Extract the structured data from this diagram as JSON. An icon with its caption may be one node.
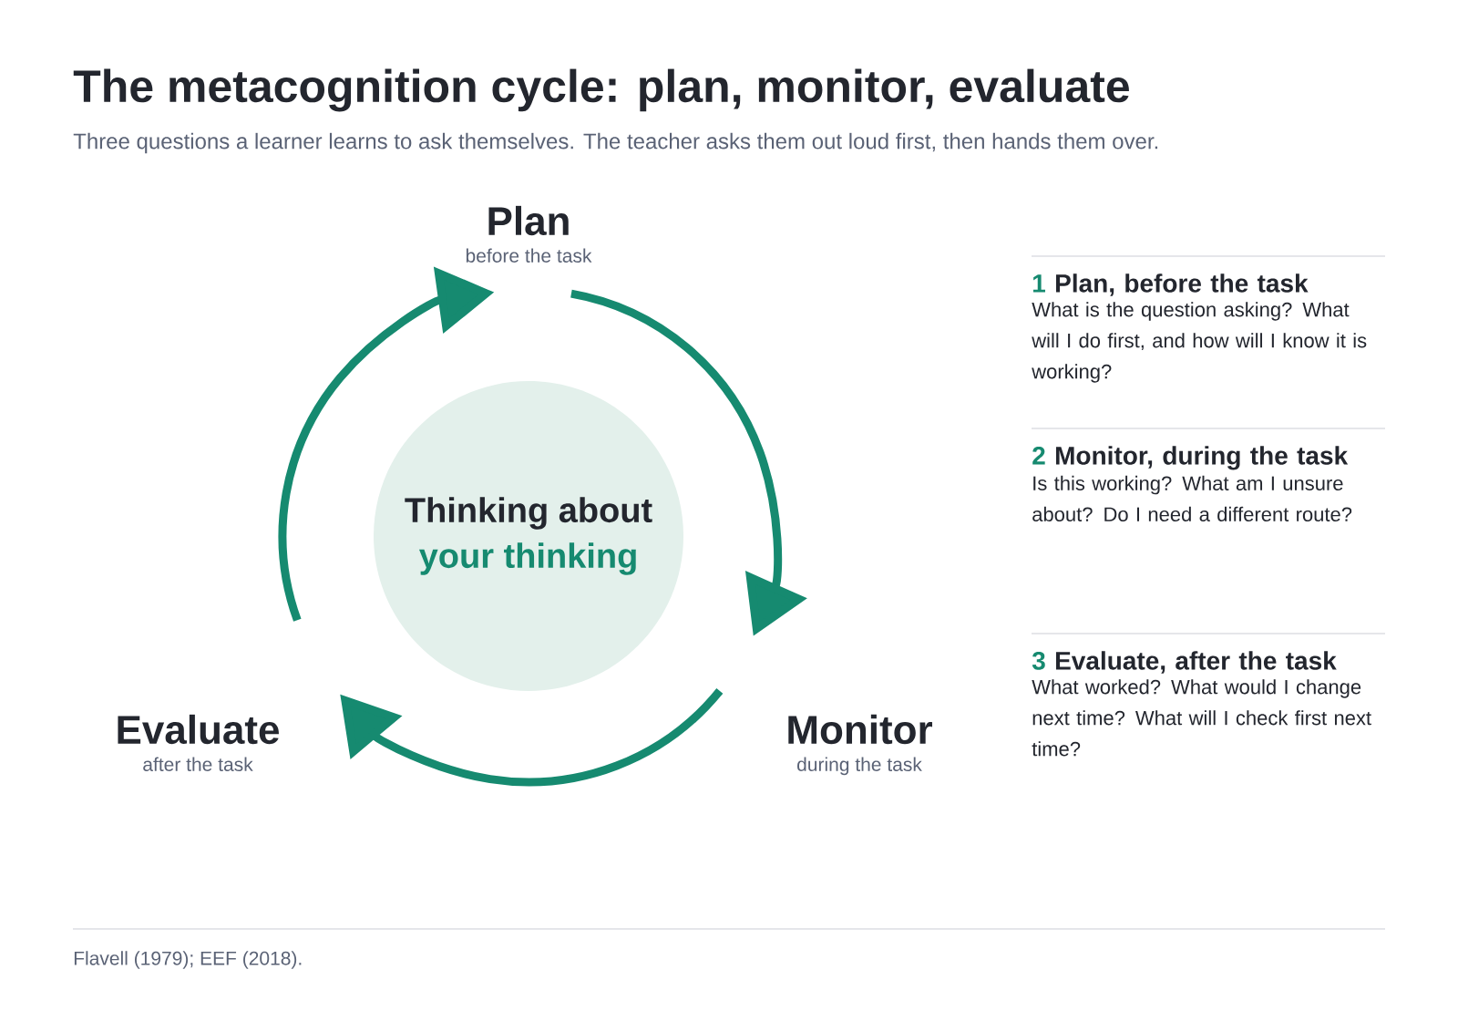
{
  "diagram": {
    "title": "The metacognition cycle: plan, monitor, evaluate",
    "caption": "Three questions a learner learns to ask themselves. The teacher asks them out loud first, then hands them over.",
    "nodes": [
      {
        "text": [
          "Plan"
        ],
        "beside": [
          "before the task"
        ]
      },
      {
        "text": [
          "Monitor"
        ],
        "beside": [
          "during the task"
        ]
      },
      {
        "text": [
          "Evaluate"
        ],
        "beside": [
          "after the task"
        ]
      },
      {
        "text": [
          "Thinking about",
          "your thinking"
        ]
      }
    ],
    "edges": [
      {
        "from": 0,
        "to": 1,
        "arrow": "to"
      },
      {
        "from": 1,
        "to": 2,
        "arrow": "to"
      },
      {
        "from": 2,
        "to": 0,
        "arrow": "to"
      }
    ],
    "labels": [
      "1",
      "Plan, before the task",
      "What is the question asking? What will I do first, and how will I know it is working?",
      "2",
      "Monitor, during the task",
      "Is this working? What am I unsure about? Do I need a different route?",
      "3",
      "Evaluate, after the task",
      "What worked? What would I change next time? What will I check first next time?",
      "Flavell (1979); EEF (2018)."
    ]
  }
}
